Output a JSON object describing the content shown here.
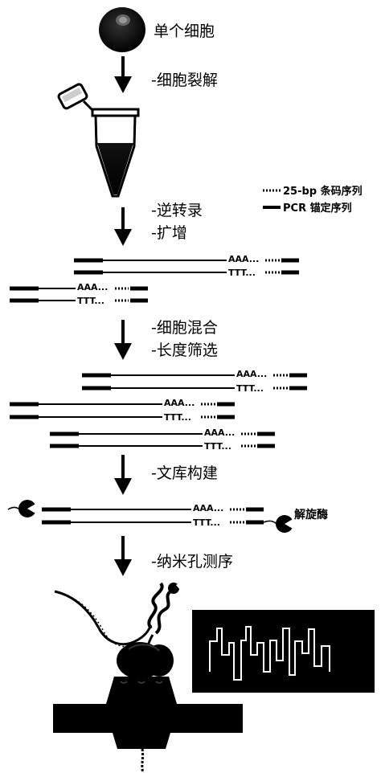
{
  "steps": {
    "single_cell": "单个细胞",
    "lysis": "-细胞裂解",
    "rt": "-逆转录",
    "amplify": "-扩增",
    "mix": "-细胞混合",
    "size_select": "-长度筛选",
    "library": "-文库构建",
    "sequencing": "-纳米孔测序"
  },
  "legend": {
    "barcode": "25-bp 条码序列",
    "pcr": "PCR 锚定序列"
  },
  "seq": {
    "polyA": "AAA...",
    "polyT": "TTT..."
  },
  "helicase_label": "解旋酶",
  "colors": {
    "ink": "#000000",
    "trace": "#ffffff"
  }
}
